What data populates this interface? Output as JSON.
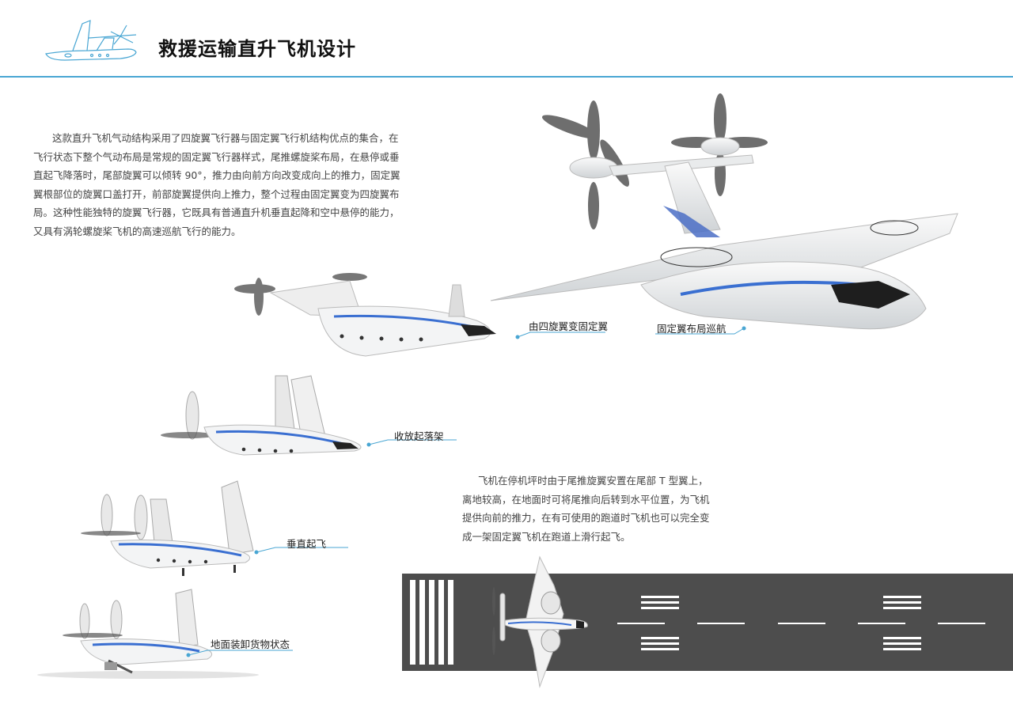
{
  "header": {
    "title": "救援运输直升飞机设计"
  },
  "intro_paragraph": {
    "lines": [
      "这款直升飞机气动结构采用了四旋翼飞行器与固定翼飞行机结构优点的集合，在",
      "飞行状态下整个气动布局是常规的固定翼飞行器样式，尾推螺旋桨布局，在悬停或垂",
      "直起飞降落时，尾部旋翼可以倾转 90°，推力由向前方向改变成向上的推力，固定翼",
      "翼根部位的旋翼口盖打开，前部旋翼提供向上推力，整个过程由固定翼变为四旋翼布",
      "局。这种性能独特的旋翼飞行器，它既具有普通直升机垂直起降和空中悬停的能力，",
      "又具有涡轮螺旋桨飞机的高速巡航飞行的能力。"
    ]
  },
  "runway_paragraph": {
    "lines": [
      "飞机在停机坪时由于尾推旋翼安置在尾部 T 型翼上，",
      "离地较高，在地面时可将尾推向后转到水平位置，为飞机",
      "提供向前的推力，在有可使用的跑道时飞机也可以完全变",
      "成一架固定翼飞机在跑道上滑行起飞。"
    ]
  },
  "callouts": {
    "fixed_wing_cruise": "固定翼布局巡航",
    "transition": "由四旋翼变固定翼",
    "landing_gear": "收放起落架",
    "vertical_takeoff": "垂直起飞",
    "ground_loading": "地面装卸货物状态"
  },
  "colors": {
    "accent": "#49a6d3",
    "runway": "#4d4d4d",
    "stripe": "#3a6fd1"
  },
  "icons": {
    "logo": "aircraft-sketch-logo"
  }
}
